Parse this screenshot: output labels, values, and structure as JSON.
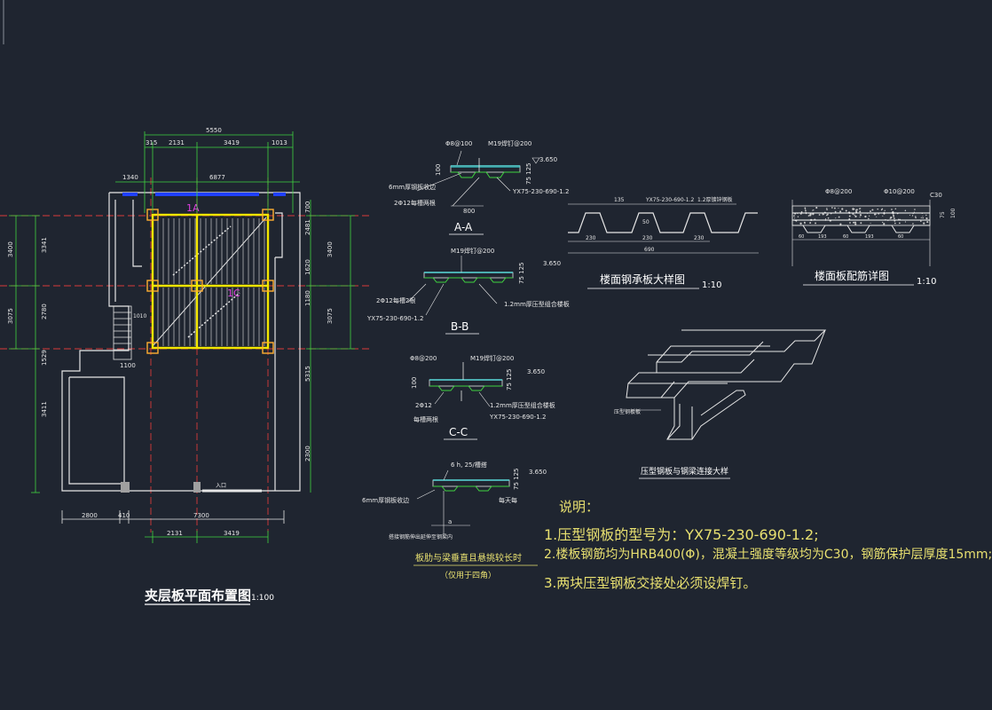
{
  "colors": {
    "background": "#1f2530",
    "white": "#e6e6e6",
    "yellow": "#f2e600",
    "green": "#3fd33f",
    "red": "#d83a3a",
    "blue": "#2040ff",
    "cyan": "#33d6d6",
    "magenta": "#e040e0",
    "annot": "#e8e070"
  },
  "plan": {
    "title": "夹层板平面布置图",
    "scale": "1:100",
    "dims_top": [
      "315",
      "2131",
      "3419",
      "1013"
    ],
    "dim_overall": "5550",
    "dim_upper": "6877",
    "dim_left_small": "1340",
    "dims_left_outer": [
      "3400",
      "3075"
    ],
    "dims_left_inner": [
      "3341",
      "2780",
      "1529",
      "3411"
    ],
    "dims_right_inner": [
      "700",
      "2481",
      "1620",
      "1180",
      "5315",
      "2300"
    ],
    "dims_right_outer": [
      "3400",
      "3075"
    ],
    "dims_bottom": [
      "2800",
      "410",
      "7300"
    ],
    "dims_bottom2": [
      "2131",
      "3419"
    ],
    "label_A": "1A",
    "label_C": "1C",
    "stair_dim": "1100",
    "door_label": "入口",
    "stair_text": "1010"
  },
  "sections": {
    "aa": {
      "title": "A-A",
      "label_top_left": "Φ8@100",
      "label_top_right": "M19焊钉@200",
      "label_left_1": "6mm厚钢板收边",
      "label_left_2": "2Φ12每槽两根",
      "label_right": "YX75-230-690-1.2",
      "dim_bottom": "800",
      "level": "3.650",
      "dim_h": "100",
      "dim_v": "75 125"
    },
    "bb": {
      "title": "B-B",
      "label_top": "M19焊钉@200",
      "label_left_1": "2Φ12每槽2根",
      "label_left_2": "YX75-230-690-1.2",
      "label_right": "1.2mm厚压型组合楼板",
      "level": "3.650",
      "dim_v": "75 125"
    },
    "cc": {
      "title": "C-C",
      "label_top_left": "Φ8@200",
      "label_top_right": "M19焊钉@200",
      "label_left": "2Φ12",
      "label_left_2": "每槽两根",
      "label_right_1": "1.2mm厚压型组合楼板",
      "label_right_2": "YX75-230-690-1.2",
      "level": "3.650",
      "dim_v": "75 125",
      "dim_h": "100"
    },
    "dd": {
      "label_top": "6 h, 25/槽搭",
      "label_left": "6mm厚钢板收边",
      "label_right": "每天每",
      "label_bottom": "搭接钢筋伸出延伸至钢梁内",
      "level": "3.650",
      "dim_v": "75 125",
      "dim_a": "a",
      "caption_1": "板肋与梁垂直且悬挑较长时",
      "caption_2": "（仅用于四角）"
    }
  },
  "deck_detail": {
    "title": "楼面钢承板大样图",
    "scale": "1:10",
    "label_top_left": "135",
    "label_top_mid": "YX75-230-690-1.2",
    "label_top_right": "1.2厚镀锌钢板",
    "dim_50": "50",
    "dims_bottom": [
      "230",
      "230",
      "230"
    ],
    "dim_total": "690"
  },
  "rebar_detail": {
    "title": "楼面板配筋详图",
    "scale": "1:10",
    "label_top_left": "Φ8@200",
    "label_top_right": "Φ10@200",
    "label_c30": "C30",
    "dims_bottom": [
      "60",
      "193",
      "60",
      "193",
      "60"
    ],
    "dims_v": [
      "75",
      "100"
    ]
  },
  "connection_detail": {
    "title": "压型钢板与钢梁连接大样",
    "label_left": "压型钢板板"
  },
  "notes": {
    "heading": "说明：",
    "line1": "1.压型钢板的型号为：YX75-230-690-1.2;",
    "line2": "2.楼板钢筋均为HRB400(Φ)，混凝土强度等级均为C30，钢筋保护层厚度15mm;",
    "line3": "3.两块压型钢板交接处必须设焊钉。"
  }
}
